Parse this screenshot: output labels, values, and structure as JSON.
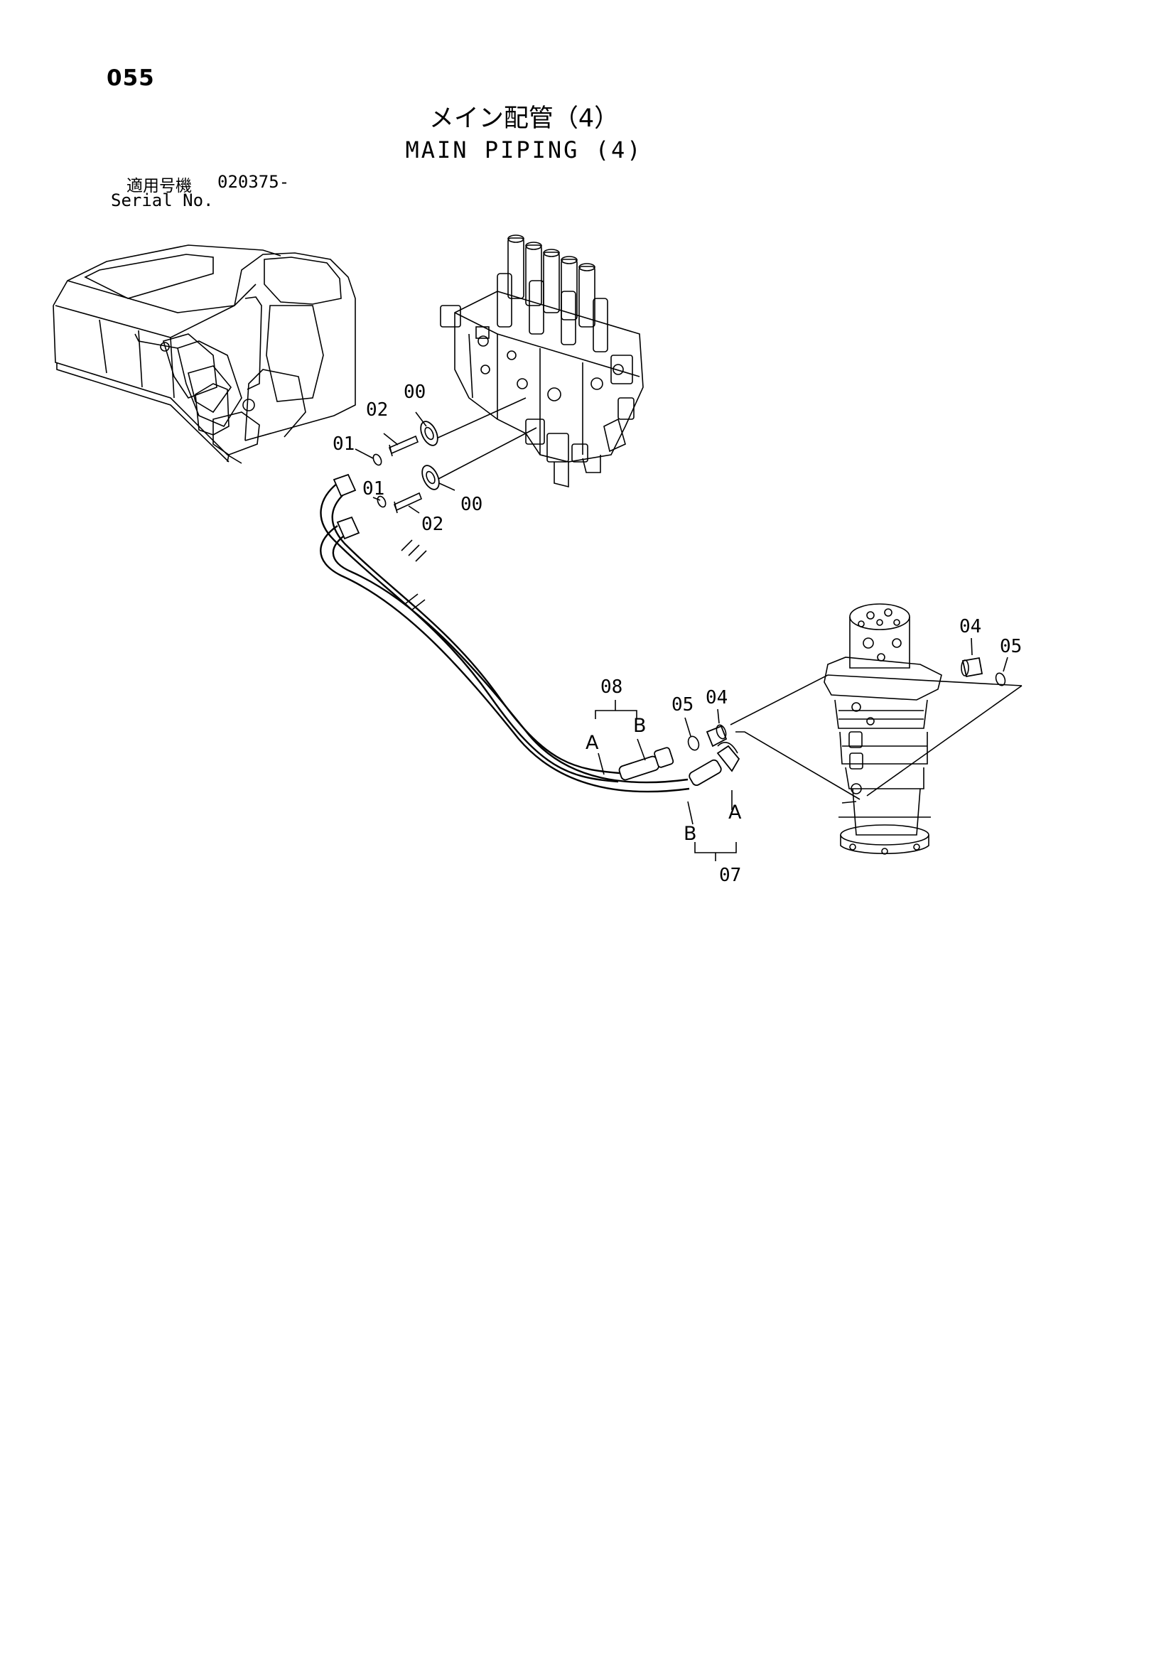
{
  "page": {
    "number": "055",
    "title_jp": "メイン配管（4）",
    "title_en": "MAIN PIPING (4)"
  },
  "serial": {
    "label_jp": "適用号機",
    "value": "020375-",
    "label_en": "Serial No."
  },
  "callouts": {
    "c00_top": "00",
    "c00_bottom": "00",
    "c01_top": "01",
    "c01_bottom": "01",
    "c02_top": "02",
    "c02_bottom": "02",
    "c04_left": "04",
    "c04_right": "04",
    "c05_left": "05",
    "c05_right": "05",
    "c07": "07",
    "c08": "08",
    "end_a_08": "A",
    "end_b_08": "B",
    "end_a_07": "A",
    "end_b_07": "B"
  }
}
